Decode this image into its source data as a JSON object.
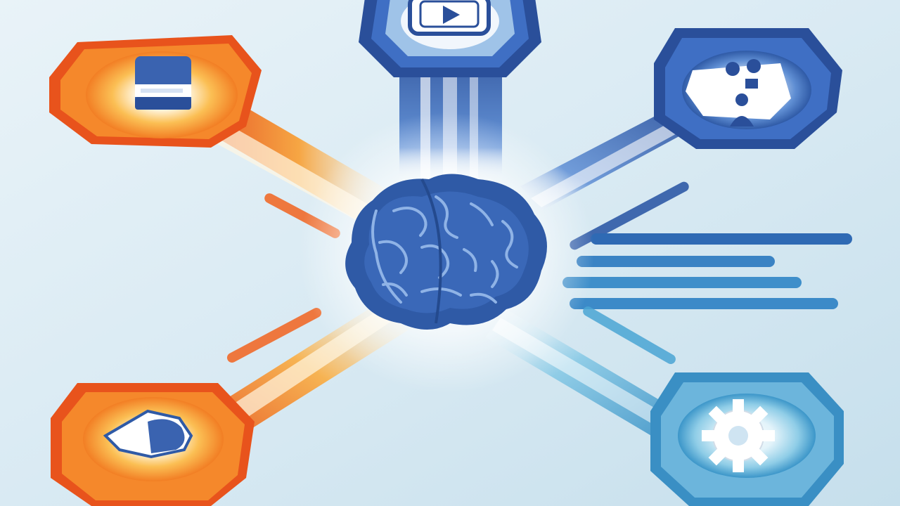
{
  "colors": {
    "background_light": "#eef5f9",
    "background_mid": "#cfe3ee",
    "orange_dark": "#e85a1e",
    "orange_mid": "#f5882b",
    "orange_light": "#fbb84a",
    "blue_dark": "#2a4f9a",
    "blue_mid": "#3f6fc4",
    "blue_light": "#9fc3e8",
    "teal": "#3e9bcc",
    "teal_light": "#8ecbe6",
    "brain": "#2f5aa6",
    "brain_line": "#8fb3e6",
    "glow": "#ffffff"
  },
  "hub": {
    "icon": "brain-icon"
  },
  "nodes": [
    {
      "id": "top",
      "icon": "video-play-icon",
      "theme": "blue"
    },
    {
      "id": "top-left",
      "icon": "book-icon",
      "theme": "orange"
    },
    {
      "id": "top-right",
      "icon": "people-network-icon",
      "theme": "blue"
    },
    {
      "id": "bottom-left",
      "icon": "chat-bubble-icon",
      "theme": "orange"
    },
    {
      "id": "bottom-right",
      "icon": "gear-icon",
      "theme": "teal"
    }
  ]
}
